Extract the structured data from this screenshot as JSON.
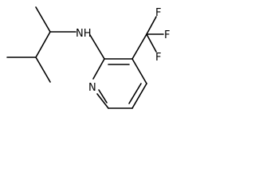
{
  "molecule": {
    "atoms": {
      "amine": "NH",
      "ring_nitrogen": "N",
      "fluorine_top": "F",
      "fluorine_right": "F",
      "fluorine_bottom": "F"
    },
    "colors": {
      "bond": "#000000",
      "label": "#000000",
      "background": "#ffffff"
    }
  }
}
